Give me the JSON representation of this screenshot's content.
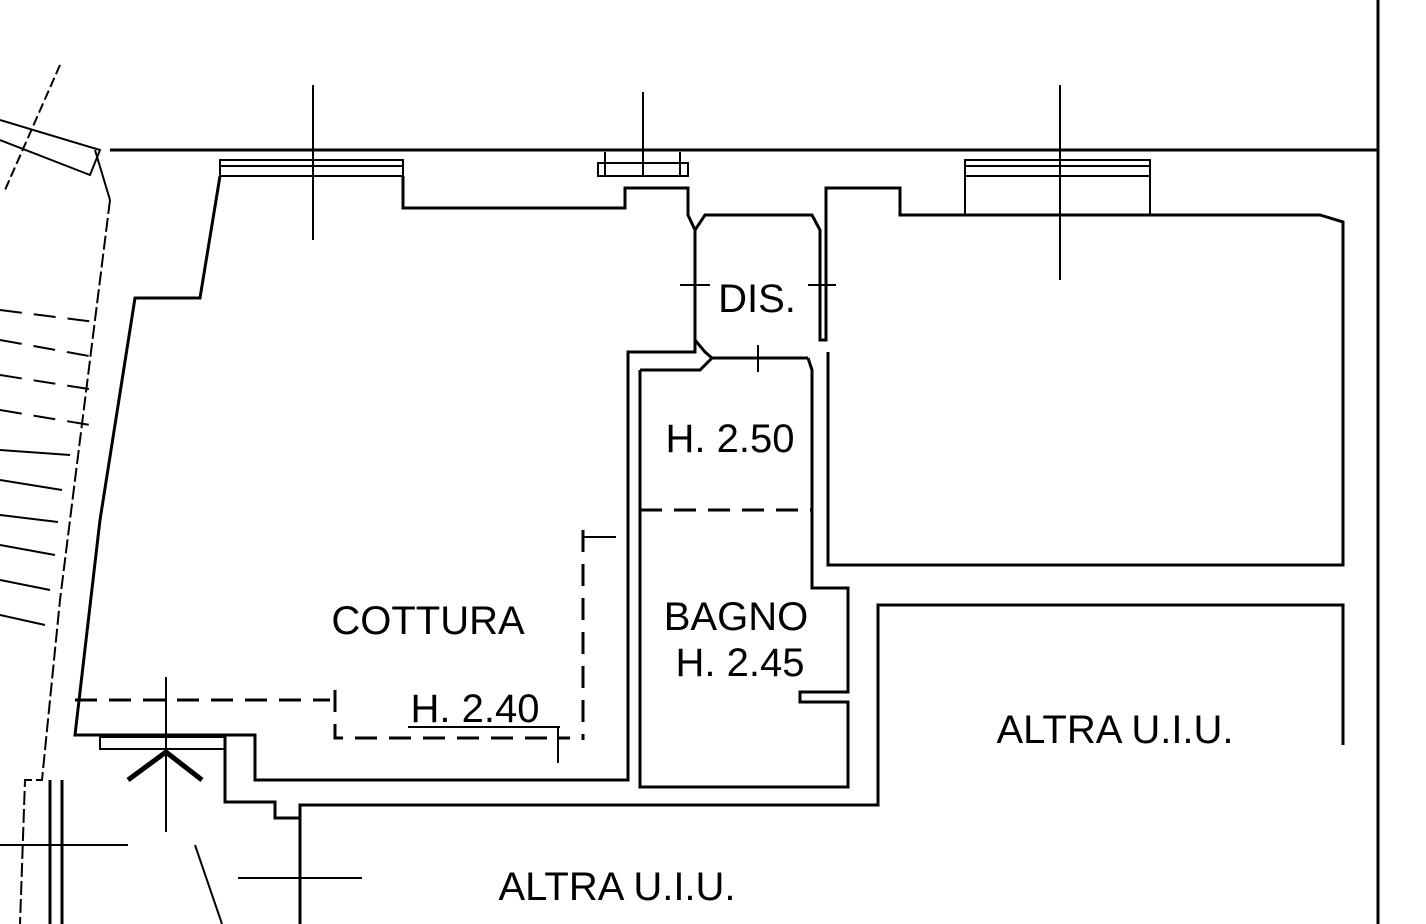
{
  "rooms": {
    "dis": "DIS.",
    "dis_height": "H. 2.50",
    "cottura": "COTTURA",
    "cottura_height": "H. 2.40",
    "bagno": "BAGNO",
    "bagno_height": "H. 2.45",
    "altra_right": "ALTRA U.I.U.",
    "altra_bottom": "ALTRA U.I.U."
  }
}
